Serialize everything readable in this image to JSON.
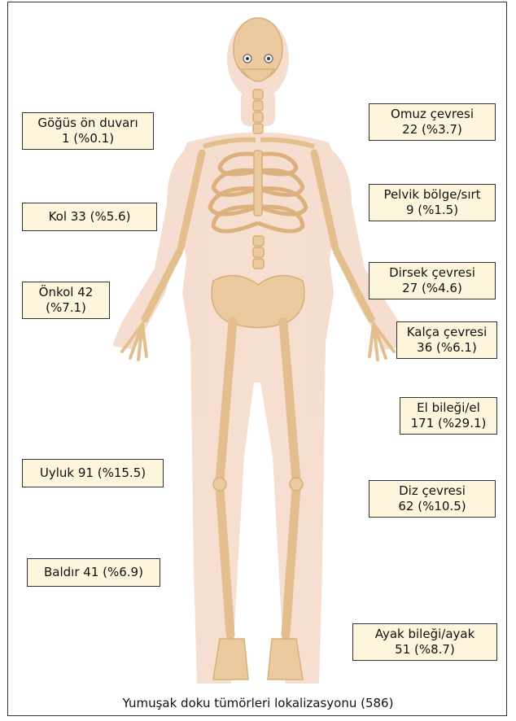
{
  "caption": "Yumuşak doku tümörleri lokalizasyonu (586)",
  "labels": {
    "gogus": {
      "line1": "Göğüs ön duvarı",
      "line2": "1 (%0.1)"
    },
    "kol": {
      "line1": "Kol 33 (%5.6)"
    },
    "onkol": {
      "line1": "Önkol 42",
      "line2": "(%7.1)"
    },
    "uyluk": {
      "line1": "Uyluk 91 (%15.5)"
    },
    "baldir": {
      "line1": "Baldır 41 (%6.9)"
    },
    "omuz": {
      "line1": "Omuz çevresi",
      "line2": "22 (%3.7)"
    },
    "pelvik": {
      "line1": "Pelvik bölge/sırt",
      "line2": "9 (%1.5)"
    },
    "dirsek": {
      "line1": "Dirsek çevresi",
      "line2": "27 (%4.6)"
    },
    "kalca": {
      "line1": "Kalça çevresi",
      "line2": "36 (%6.1)"
    },
    "el": {
      "line1": "El bileği/el",
      "line2": "171 (%29.1)"
    },
    "diz": {
      "line1": "Diz çevresi",
      "line2": "62 (%10.5)"
    },
    "ayak": {
      "line1": "Ayak bileği/ayak",
      "line2": "51 (%8.7)"
    }
  },
  "colors": {
    "label_bg": "#fdf5dc",
    "skin": "#f4d9c8",
    "bone": "#e3bf8e"
  }
}
